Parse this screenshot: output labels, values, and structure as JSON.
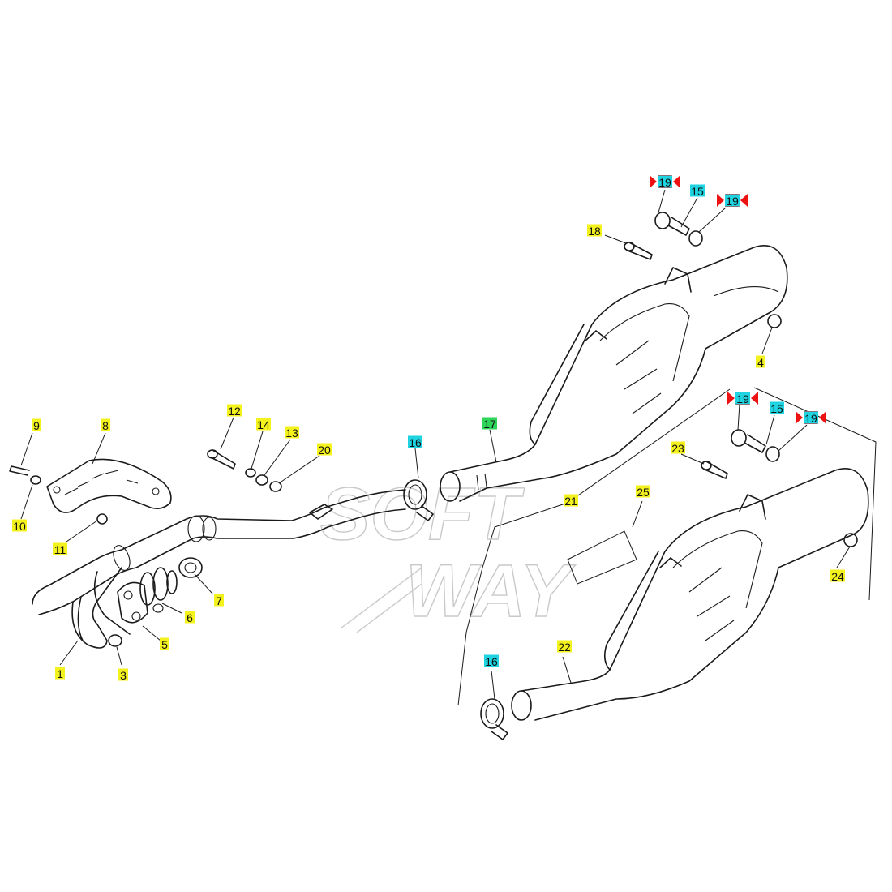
{
  "watermark": {
    "line1": "SOFT",
    "line2": "WAY"
  },
  "colors": {
    "yellow": "#f4f21d",
    "cyan": "#1fd3e0",
    "green": "#2fd45a",
    "marker_red": "#ee1111"
  },
  "callouts": [
    {
      "id": "c-9",
      "text": "9",
      "color": "yellow"
    },
    {
      "id": "c-8",
      "text": "8",
      "color": "yellow"
    },
    {
      "id": "c-10",
      "text": "10",
      "color": "yellow"
    },
    {
      "id": "c-11",
      "text": "11",
      "color": "yellow"
    },
    {
      "id": "c-12",
      "text": "12",
      "color": "yellow"
    },
    {
      "id": "c-14",
      "text": "14",
      "color": "yellow"
    },
    {
      "id": "c-13",
      "text": "13",
      "color": "yellow"
    },
    {
      "id": "c-20",
      "text": "20",
      "color": "yellow"
    },
    {
      "id": "c-16a",
      "text": "16",
      "color": "cyan"
    },
    {
      "id": "c-17",
      "text": "17",
      "color": "green"
    },
    {
      "id": "c-18",
      "text": "18",
      "color": "yellow"
    },
    {
      "id": "c-19a",
      "text": "19",
      "color": "cyan"
    },
    {
      "id": "c-15a",
      "text": "15",
      "color": "cyan"
    },
    {
      "id": "c-19b",
      "text": "19",
      "color": "cyan"
    },
    {
      "id": "c-4",
      "text": "4",
      "color": "yellow"
    },
    {
      "id": "c-19c",
      "text": "19",
      "color": "cyan"
    },
    {
      "id": "c-15b",
      "text": "15",
      "color": "cyan"
    },
    {
      "id": "c-19d",
      "text": "19",
      "color": "cyan"
    },
    {
      "id": "c-23",
      "text": "23",
      "color": "yellow"
    },
    {
      "id": "c-21",
      "text": "21",
      "color": "yellow"
    },
    {
      "id": "c-25",
      "text": "25",
      "color": "yellow"
    },
    {
      "id": "c-24",
      "text": "24",
      "color": "yellow"
    },
    {
      "id": "c-7",
      "text": "7",
      "color": "yellow"
    },
    {
      "id": "c-6",
      "text": "6",
      "color": "yellow"
    },
    {
      "id": "c-5",
      "text": "5",
      "color": "yellow"
    },
    {
      "id": "c-1",
      "text": "1",
      "color": "yellow"
    },
    {
      "id": "c-3",
      "text": "3",
      "color": "yellow"
    },
    {
      "id": "c-16b",
      "text": "16",
      "color": "cyan"
    },
    {
      "id": "c-22",
      "text": "22",
      "color": "yellow"
    }
  ]
}
